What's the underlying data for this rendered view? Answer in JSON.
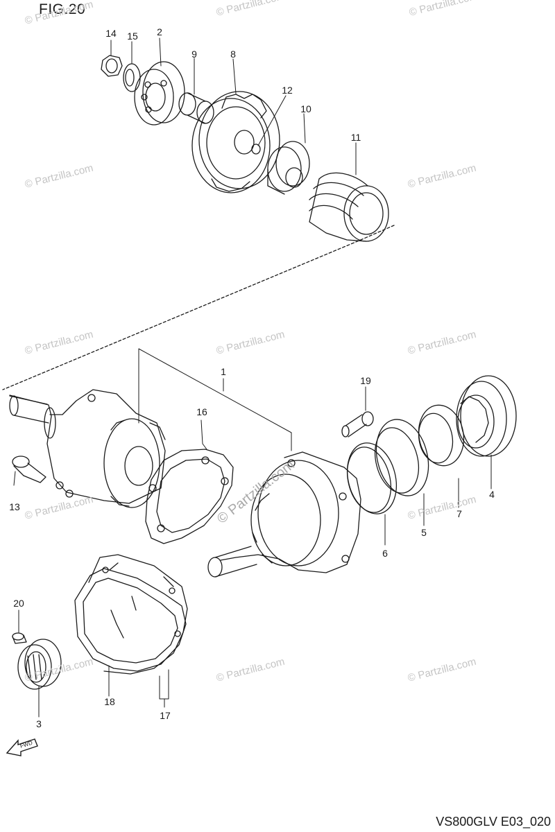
{
  "figure": {
    "title": "FIG.20",
    "code": "VS800GLV E03_020"
  },
  "watermark": {
    "text": "© Partzilla.com",
    "center_text": "© Partzilla.com"
  },
  "fwd_arrow": {
    "label": "FWD"
  },
  "callouts": [
    "14",
    "15",
    "2",
    "9",
    "8",
    "12",
    "10",
    "11",
    "1",
    "16",
    "19",
    "13",
    "4",
    "7",
    "5",
    "6",
    "20",
    "3",
    "18",
    "17"
  ],
  "colors": {
    "line": "#1a1a1a",
    "watermark": "#c4c4c4",
    "background": "#ffffff"
  }
}
